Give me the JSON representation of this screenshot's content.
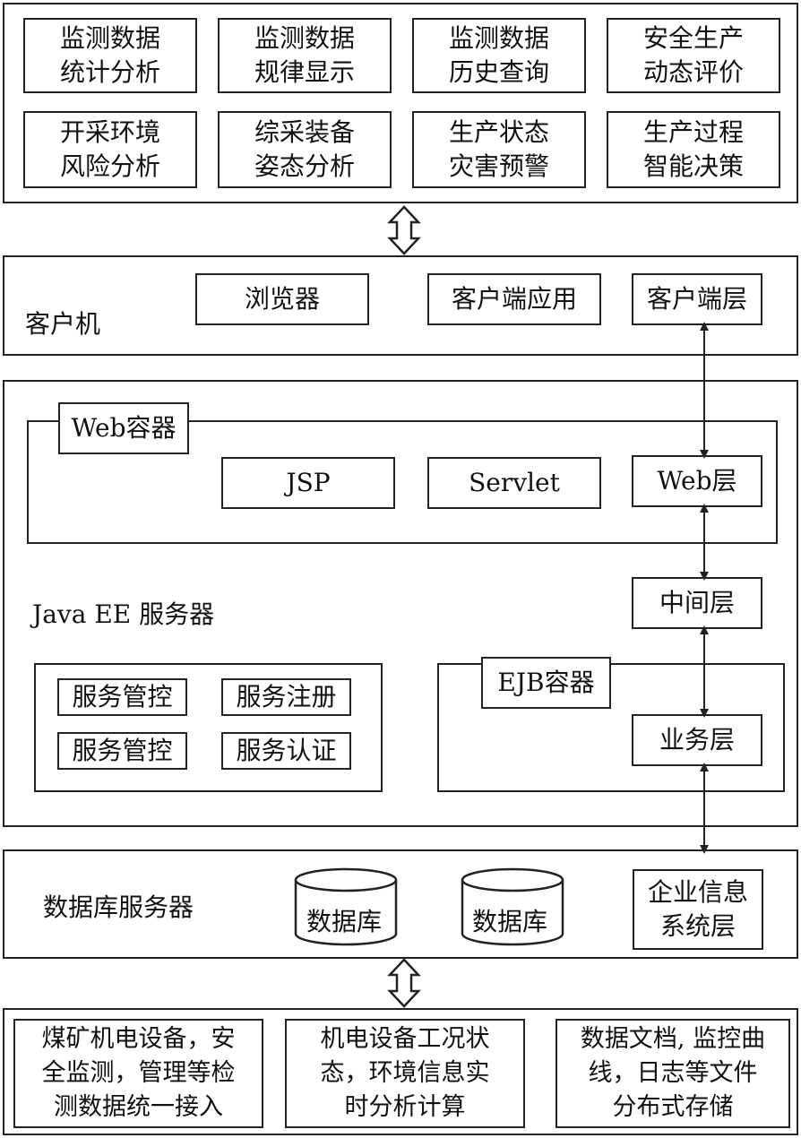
{
  "top_functions": [
    [
      "监测数据",
      "统计分析"
    ],
    [
      "监测数据",
      "规律显示"
    ],
    [
      "监测数据",
      "历史查询"
    ],
    [
      "安全生产",
      "动态评价"
    ],
    [
      "开采环境",
      "风险分析"
    ],
    [
      "综采装备",
      "姿态分析"
    ],
    [
      "生产状态",
      "灾害预警"
    ],
    [
      "生产过程",
      "智能决策"
    ]
  ],
  "client": {
    "title": "客户机",
    "browser": "浏览器",
    "app": "客户端应用",
    "layer": "客户端层"
  },
  "javaee": {
    "title": "Java EE 服务器",
    "web_container": "Web容器",
    "jsp": "JSP",
    "servlet": "Servlet",
    "web_layer": "Web层",
    "middle_layer": "中间层",
    "services": [
      "服务管控",
      "服务注册",
      "服务管控",
      "服务认证"
    ],
    "ejb_container": "EJB容器",
    "business_layer": "业务层"
  },
  "db_server": {
    "title": "数据库服务器",
    "db1": "数据库",
    "db2": "数据库",
    "eis": [
      "企业信息",
      "系统层"
    ]
  },
  "bottom": [
    [
      "煤矿机电设备，安",
      "全监测，管理等检",
      "测数据统一接入"
    ],
    [
      "机电设备工况状",
      "态，环境信息实",
      "时分析计算"
    ],
    [
      "数据文档, 监控曲",
      "线，日志等文件",
      "分布式存储"
    ]
  ]
}
